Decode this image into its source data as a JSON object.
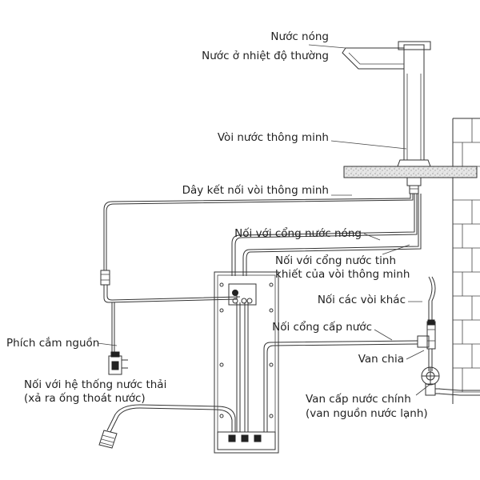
{
  "labels": {
    "hot_water": "Nước nóng",
    "room_temp_water": "Nước ở nhiệt độ thường",
    "smart_faucet": "Vòi nước thông minh",
    "faucet_cable": "Dây kết nối vòi thông minh",
    "hot_water_port": "Nối với cổng nước nóng",
    "purified_port_line1": "Nối với cổng nước tinh",
    "purified_port_line2": "khiết của vòi thông minh",
    "other_faucets": "Nối các vòi khác",
    "water_inlet": "Nối cổng cấp nước",
    "power_plug": "Phích cắm nguồn",
    "splitter_valve": "Van chia",
    "drain_line1": "Nối với hệ thống nước thải",
    "drain_line2": "(xả ra ống thoát nước)",
    "main_valve_line1": "Van cấp nước chính",
    "main_valve_line2": "(van nguồn nước lạnh)"
  },
  "colors": {
    "line": "#333333",
    "text": "#222222",
    "background": "#ffffff"
  }
}
